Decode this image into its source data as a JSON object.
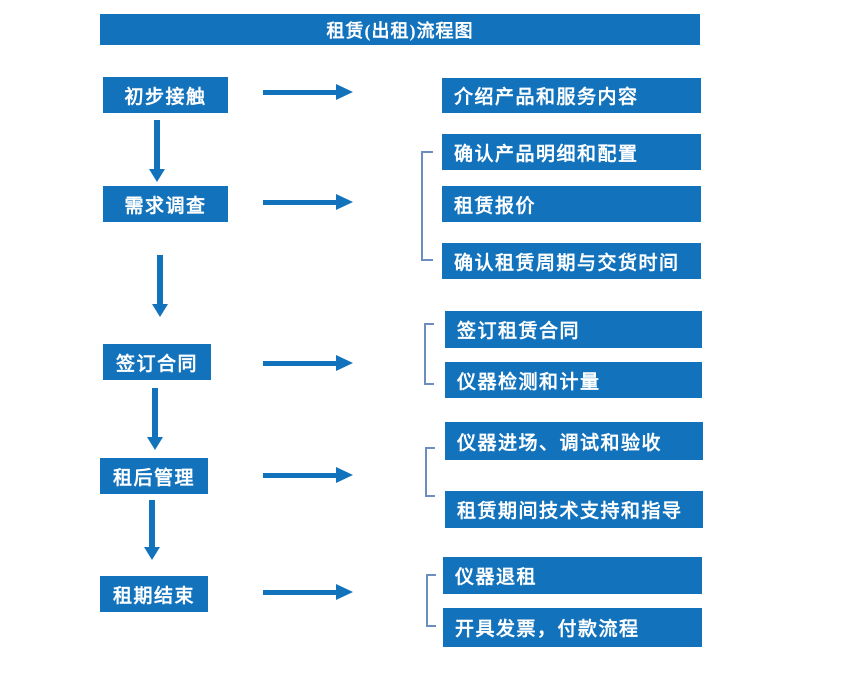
{
  "title": "租赁(出租)流程图",
  "colors": {
    "box_blue": "#1272BC",
    "bracket_blue": "#6C8EBF",
    "text_white": "#FFFFFF",
    "background": "#FFFFFF"
  },
  "steps": [
    {
      "label": "初步接触",
      "details": [
        "介绍产品和服务内容"
      ]
    },
    {
      "label": "需求调查",
      "details": [
        "确认产品明细和配置",
        "租赁报价",
        "确认租赁周期与交货时间"
      ]
    },
    {
      "label": "签订合同",
      "details": [
        "签订租赁合同",
        "仪器检测和计量"
      ]
    },
    {
      "label": "租后管理",
      "details": [
        "仪器进场、调试和验收",
        "租赁期间技术支持和指导"
      ]
    },
    {
      "label": "租期结束",
      "details": [
        "仪器退租",
        "开具发票，付款流程"
      ]
    }
  ]
}
